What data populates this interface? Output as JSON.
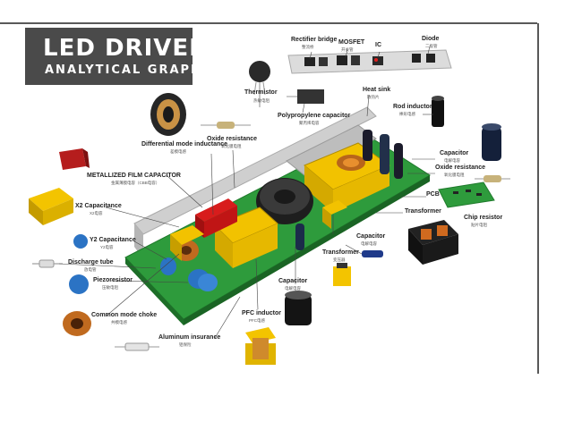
{
  "header": {
    "title": "LED DRIVER",
    "subtitle": "ANALYTICAL GRAPH"
  },
  "labels": {
    "rectifier_bridge": {
      "name": "Rectifier bridge",
      "sub": "整流桥"
    },
    "mosfet": {
      "name": "MOSFET",
      "sub": "开关管"
    },
    "ic": {
      "name": "IC",
      "sub": ""
    },
    "diode": {
      "name": "Diode",
      "sub": "二极管"
    },
    "thermistor": {
      "name": "Thermistor",
      "sub": "热敏电阻"
    },
    "heat_sink": {
      "name": "Heat sink",
      "sub": "散热片"
    },
    "rod_inductor": {
      "name": "Rod inductor",
      "sub": "棒形电感"
    },
    "polypropylene_capacitor": {
      "name": "Polypropylene capacitor",
      "sub": "聚丙烯电容"
    },
    "oxide_resistance_top": {
      "name": "Oxide resistance",
      "sub": "氧化膜电阻"
    },
    "differential_mode_inductance": {
      "name": "Differential mode inductance",
      "sub": "差模电感"
    },
    "capacitor_right": {
      "name": "Capacitor",
      "sub": "电解电容"
    },
    "oxide_resistance_right": {
      "name": "Oxide resistance",
      "sub": "氧化膜电阻"
    },
    "metallized_film_capacitor": {
      "name": "METALLIZED FILM CAPACITOR",
      "sub": "金属薄膜电容（CBB电容）"
    },
    "pcb": {
      "name": "PCB",
      "sub": ""
    },
    "x2_capacitance": {
      "name": "X2 Capacitance",
      "sub": "X2电容"
    },
    "transformer_right": {
      "name": "Transformer",
      "sub": ""
    },
    "chip_resistor": {
      "name": "Chip resistor",
      "sub": "贴片电阻"
    },
    "y2_capacitance": {
      "name": "Y2 Capacitance",
      "sub": "Y2电容"
    },
    "capacitor_mid": {
      "name": "Capacitor",
      "sub": "电解电容"
    },
    "transformer_mid": {
      "name": "Transformer",
      "sub": "变压器"
    },
    "discharge_tube": {
      "name": "Discharge tube",
      "sub": "放电管"
    },
    "piezoresistor": {
      "name": "Piezoresistor",
      "sub": "压敏电阻"
    },
    "capacitor_bottom": {
      "name": "Capacitor",
      "sub": "电解电容"
    },
    "common_mode_choke": {
      "name": "Common mode choke",
      "sub": "共模电感"
    },
    "pfc_inductor": {
      "name": "PFC inductor",
      "sub": "PFC电感"
    },
    "aluminum_insurance": {
      "name": "Aluminum insurance",
      "sub": "铝保险"
    }
  },
  "colors": {
    "title_box": "#4a4a4a",
    "pcb_green": "#2e9b3c",
    "heatsink": "#c9c9c9",
    "transformer_yellow": "#f2c200",
    "capacitor_dark": "#1b1b2b"
  }
}
